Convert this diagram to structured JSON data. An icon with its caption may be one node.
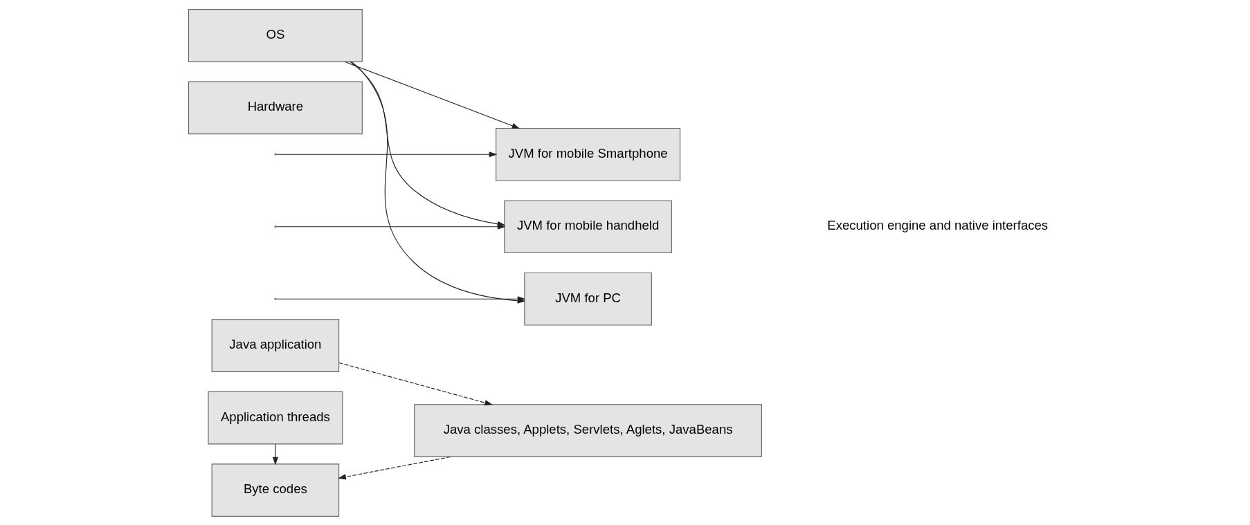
{
  "diagram": {
    "nodes": [
      {
        "text": [
          "Java application"
        ]
      },
      {
        "text": [
          "Java classes, Applets, Servlets, Aglets, JavaBeans"
        ]
      },
      {
        "text": [
          "JVM for PC"
        ]
      },
      {
        "text": [
          "Byte codes"
        ]
      },
      {
        "text": [
          "JVM for mobile Smartphone"
        ]
      },
      {
        "text": [
          "OS"
        ]
      },
      {
        "text": [
          "Hardware"
        ]
      },
      {
        "text": [
          "JVM for mobile handheld"
        ]
      },
      {
        "text": [
          "Application threads"
        ]
      }
    ],
    "edges": [
      {
        "from": 0,
        "to": 1,
        "arrow": "to",
        "style": "dashed"
      },
      {
        "from": 1,
        "to": 3,
        "arrow": "to",
        "style": "dashed"
      },
      {
        "from": 8,
        "to": 3,
        "arrow": "to"
      },
      {
        "from": null,
        "to": 2,
        "arrow": "to"
      },
      {
        "from": null,
        "to": 4,
        "arrow": "to"
      },
      {
        "from": null,
        "to": 7,
        "arrow": "to"
      },
      {
        "from": 5,
        "to": 2,
        "arrow": "to"
      },
      {
        "from": 5,
        "to": 4,
        "arrow": "to"
      },
      {
        "from": 5,
        "to": 7,
        "arrow": "to"
      }
    ],
    "labels": [
      "Execution engine and native interfaces"
    ]
  }
}
